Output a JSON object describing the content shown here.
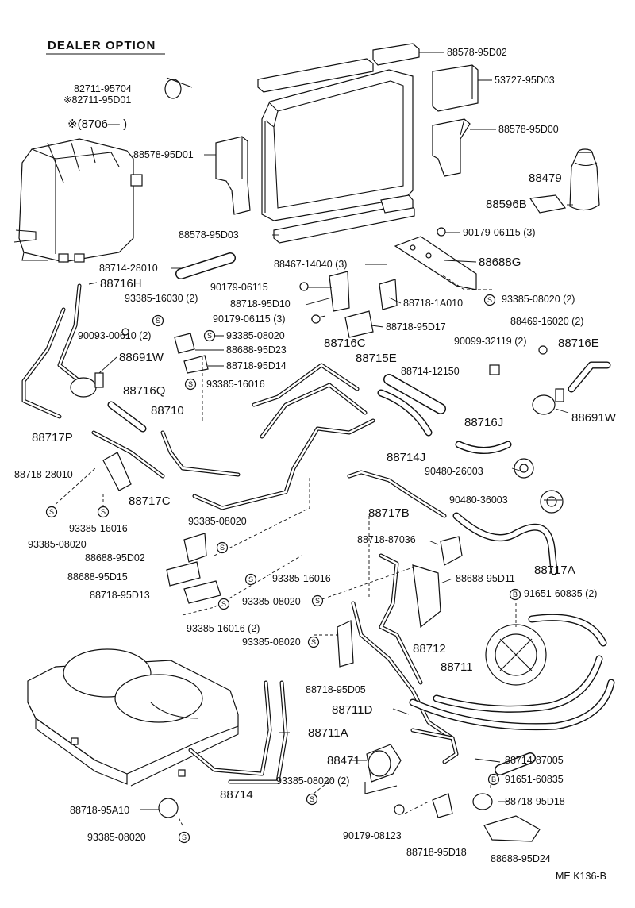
{
  "header": {
    "title": "DEALER OPTION",
    "note": "※(8706—      )"
  },
  "footer": {
    "code": "ME  K136-B"
  },
  "labels": {
    "l88578_95D02": "88578-95D02",
    "l82711_95704": "82711-95704",
    "l82711_95D01": "※82711-95D01",
    "l53727_95D03": "53727-95D03",
    "l88578_95D00": "88578-95D00",
    "l88578_95D01": "88578-95D01",
    "l88479": "88479",
    "l88596B": "88596B",
    "l88578_95D03": "88578-95D03",
    "l90179_06115_3a": "90179-06115 (3)",
    "l88714_28010": "88714-28010",
    "l88467_14040": "88467-14040 (3)",
    "l88688G": "88688G",
    "l90179_06115": "90179-06115",
    "l88716H": "88716H",
    "l88718_95D10": "88718-95D10",
    "l88718_1A010": "88718-1A010",
    "l93385_08020_2a": "93385-08020 (2)",
    "l93385_16030": "93385-16030 (2)",
    "l90179_06115_3b": "90179-06115 (3)",
    "l88718_95D17": "88718-95D17",
    "l88469_16020": "88469-16020 (2)",
    "l90093_00610": "90093-00610 (2)",
    "l93385_08020a": "93385-08020",
    "l88716C": "88716C",
    "l90099_32119": "90099-32119 (2)",
    "l88716E": "88716E",
    "l88688_95D23": "88688-95D23",
    "l88691W_a": "88691W",
    "l88715E": "88715E",
    "l88718_95D14": "88718-95D14",
    "l88714_12150": "88714-12150",
    "l93385_16016a": "93385-16016",
    "l88716Q": "88716Q",
    "l88710": "88710",
    "l88716J": "88716J",
    "l88691W_b": "88691W",
    "l88717P": "88717P",
    "l88714J": "88714J",
    "l90480_26003": "90480-26003",
    "l88718_28010": "88718-28010",
    "l88717C": "88717C",
    "l90480_36003": "90480-36003",
    "l88717B": "88717B",
    "l93385_16016b": "93385-16016",
    "l93385_08020b": "93385-08020",
    "l93385_08020c": "93385-08020",
    "l88718_87036": "88718-87036",
    "l88688_95D02": "88688-95D02",
    "l88717A": "88717A",
    "l88688_95D15": "88688-95D15",
    "l93385_16016c": "93385-16016",
    "l88688_95D11": "88688-95D11",
    "l88718_95D13": "88718-95D13",
    "l93385_08020d": "93385-08020",
    "l91651_60835_2": "91651-60835 (2)",
    "l93385_16016_2": "93385-16016 (2)",
    "l93385_08020e": "93385-08020",
    "l88712": "88712",
    "l88711": "88711",
    "l88718_95D05": "88718-95D05",
    "l88711D": "88711D",
    "l88711A": "88711A",
    "l88471": "88471",
    "l88714_87005": "88714-87005",
    "l93385_08020_2b": "93385-08020 (2)",
    "l91651_60835": "91651-60835",
    "l88714": "88714",
    "l88718_95A10": "88718-95A10",
    "l88718_95D18a": "88718-95D18",
    "l90179_08123": "90179-08123",
    "l93385_08020f": "93385-08020",
    "l88718_95D18b": "88718-95D18",
    "l88688_95D24": "88688-95D24"
  },
  "symbols": {
    "s": "S",
    "b": "B"
  },
  "colors": {
    "ink": "#111111",
    "paper": "#ffffff"
  }
}
